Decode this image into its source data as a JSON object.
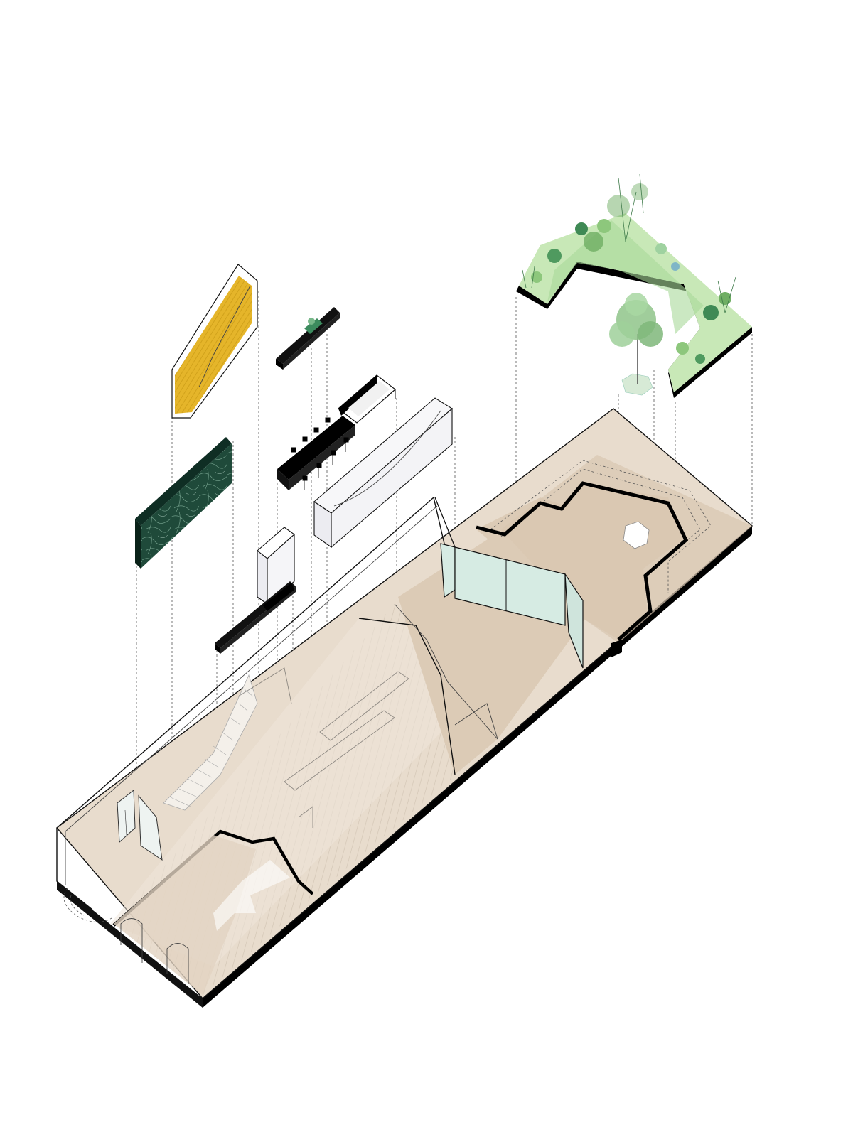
{
  "diagram": {
    "colors": {
      "floor": "#dccbb6",
      "floor_light": "#e8dccd",
      "herringbone": "#efe6da",
      "wall": "#000000",
      "gold_panel": "#e5b52a",
      "marble": "#1f4a3a",
      "glass": "#d6ebe3",
      "garden": "#bfe3b0",
      "foliage": "#6fae63"
    },
    "components": [
      "gold-ceiling-panel",
      "green-marble-wall",
      "planter-bench",
      "dining-table",
      "kitchen-counter",
      "kitchen-island",
      "wardrobe",
      "low-bench",
      "glass-partition",
      "garden-level",
      "tree",
      "ground-floor-plan"
    ]
  }
}
